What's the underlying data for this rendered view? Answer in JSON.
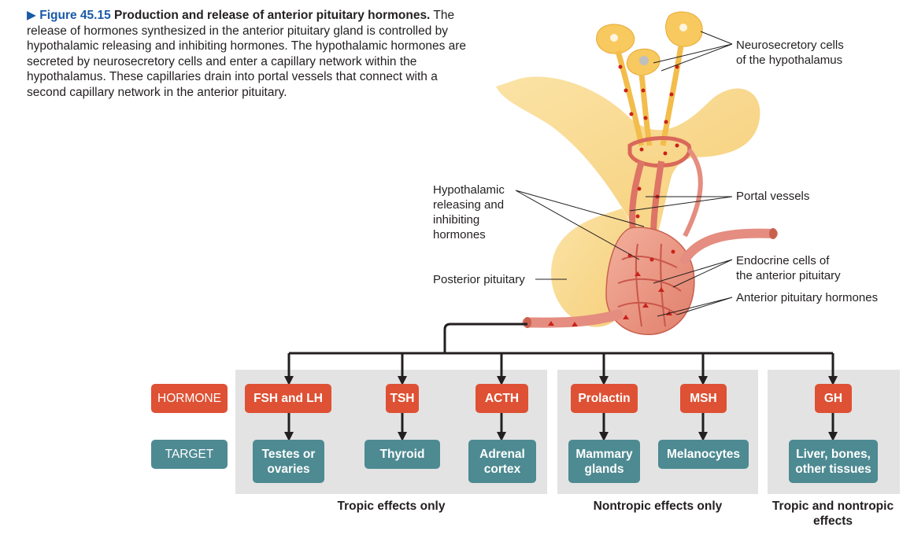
{
  "caption": {
    "marker": "▶",
    "figure_number": "Figure 45.15",
    "title": "Production and release of anterior pituitary hormones.",
    "body": "The release of hormones synthesized in the anterior pituitary gland is controlled by hypothalamic releasing and inhibiting hormones. The hypothalamic hormones are secreted by neurosecretory cells and enter a capillary network within the hypothalamus. These capillaries drain into portal vessels that connect with a second capillary network in the anterior pituitary."
  },
  "labels": {
    "neurosecretory": "Neurosecretory cells\nof the hypothalamus",
    "portal_vessels": "Portal vessels",
    "hypothalamic_hormones": "Hypothalamic\nreleasing and\ninhibiting\nhormones",
    "endocrine_cells": "Endocrine cells of\nthe anterior pituitary",
    "posterior_pituitary": "Posterior pituitary",
    "anterior_hormones": "Anterior pituitary hormones"
  },
  "key": {
    "hormone": "HORMONE",
    "target": "TARGET"
  },
  "hormones": [
    {
      "hormone": "FSH and LH",
      "target": "Testes or\novaries"
    },
    {
      "hormone": "TSH",
      "target": "Thyroid"
    },
    {
      "hormone": "ACTH",
      "target": "Adrenal\ncortex"
    },
    {
      "hormone": "Prolactin",
      "target": "Mammary\nglands"
    },
    {
      "hormone": "MSH",
      "target": "Melanocytes"
    },
    {
      "hormone": "GH",
      "target": "Liver, bones,\nother tissues"
    }
  ],
  "effects": {
    "tropic": "Tropic effects only",
    "nontropic": "Nontropic effects only",
    "both": "Tropic and nontropic\neffects"
  },
  "colors": {
    "hormone_box": "#de5134",
    "target_box": "#4d8a92",
    "panel": "#e3e3e3",
    "figure_blue": "#1a5aa6",
    "tissue": "#f9d98c",
    "vessel": "#e8887b"
  }
}
